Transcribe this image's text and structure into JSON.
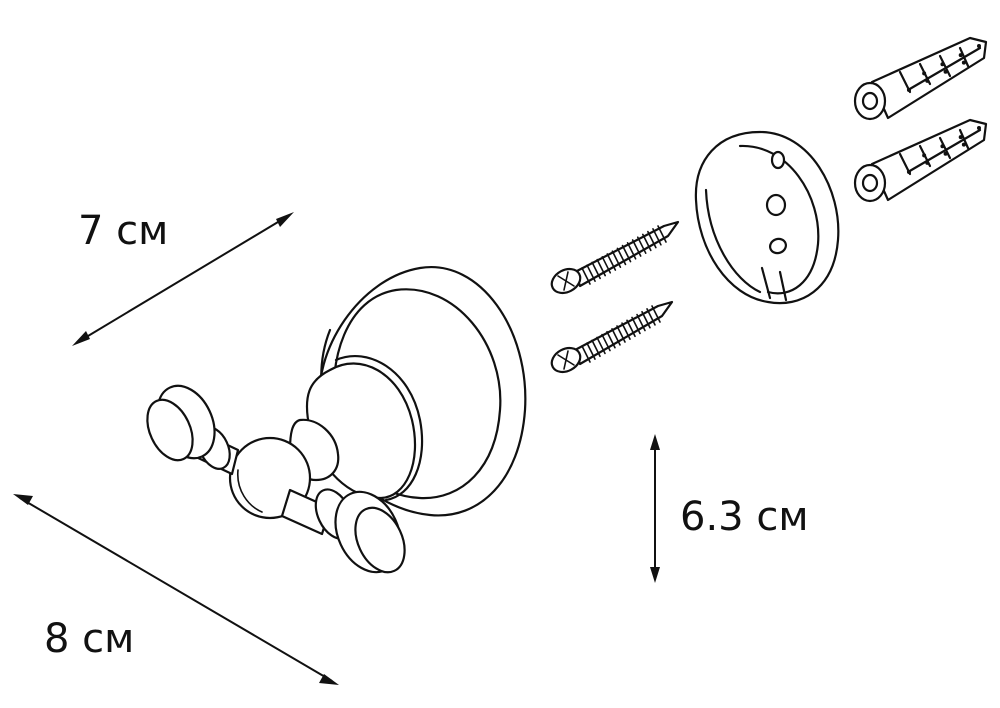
{
  "dimensions": {
    "depth": "7 см",
    "width": "8 см",
    "height": "6.3 см"
  }
}
